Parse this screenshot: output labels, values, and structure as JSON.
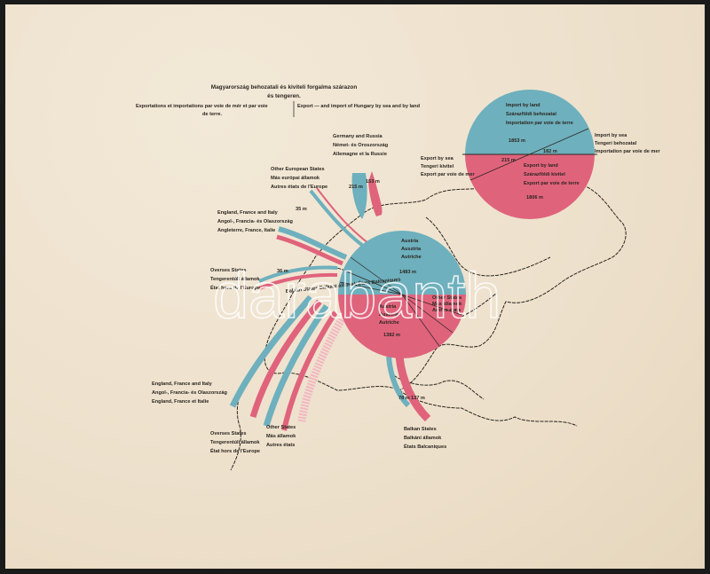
{
  "title": {
    "hungarian_line1": "Magyarország behozatali és kiviteli forgalma szárazon",
    "hungarian_line2": "és tengeren.",
    "french_line1": "Exportations et importations par voie de mér et par voie",
    "french_line2": "de terre.",
    "english": "Export — and import of Hungary by sea and by land"
  },
  "summary_circle": {
    "import_land": [
      "Import by land",
      "Szárazföldi behozatal",
      "Importation par voie de terre"
    ],
    "import_land_value": "1853 m",
    "import_sea": [
      "Import by sea",
      "Tengeri behozatal",
      "Importation par voie de mer"
    ],
    "import_sea_value": "182 m",
    "export_sea": [
      "Export by sea",
      "Tengeri kivitel",
      "Export par voie de mer"
    ],
    "export_sea_value": "215 m",
    "export_land": [
      "Export by land",
      "Szárazföldi kivitel",
      "Export par voie de terre"
    ],
    "export_land_value": "1806 m"
  },
  "central_circle": {
    "import_austria": [
      "Austria",
      "Ausztria",
      "Autriche"
    ],
    "import_austria_value": "1483 m",
    "export_austria": [
      "Austria",
      "Ausztria",
      "Autriche"
    ],
    "export_austria_value": "1382 m",
    "other_states": [
      "Other States",
      "Más államok",
      "Autres états"
    ]
  },
  "flows": {
    "germany_russia": [
      "Germany and Russia",
      "Német- és Oroszország",
      "Allemagne et la Russie"
    ],
    "germany_russia_import": "215 m",
    "germany_russia_export": "153 m",
    "other_european": [
      "Other European States",
      "Más európai államok",
      "Autres états de l'Europe"
    ],
    "other_european_value": "35 m",
    "england_france_italy_1": [
      "England, France and Italy",
      "Angol-, Francia- és Olaszország",
      "Angleterre, France, Italie"
    ],
    "overseas_1": [
      "Overses States",
      "Tengerentúli államok",
      "État hors de l'Europe"
    ],
    "overseas_1_value": "36 m",
    "england_france_italy_2": [
      "England, France and Italy",
      "Angol-, Francia- és Olaszország",
      "England, France et Italie"
    ],
    "overseas_2": [
      "Overses States",
      "Tengerentúli államok",
      "État hors de l'Europe"
    ],
    "other_states_2": [
      "Other States",
      "Más államok",
      "Autres états"
    ],
    "balkan": [
      "Balkan States",
      "Balkáni államok",
      "États Balcaniques"
    ],
    "balkan_import": "78 m",
    "balkan_export": "137 m",
    "balkan_inline": "Balkan States  Balkáni államok  États Balcaniques"
  },
  "colors": {
    "import": "#6eb0bd",
    "export": "#e0637c",
    "paper": "#efe3cf"
  },
  "watermark": "darabanth"
}
